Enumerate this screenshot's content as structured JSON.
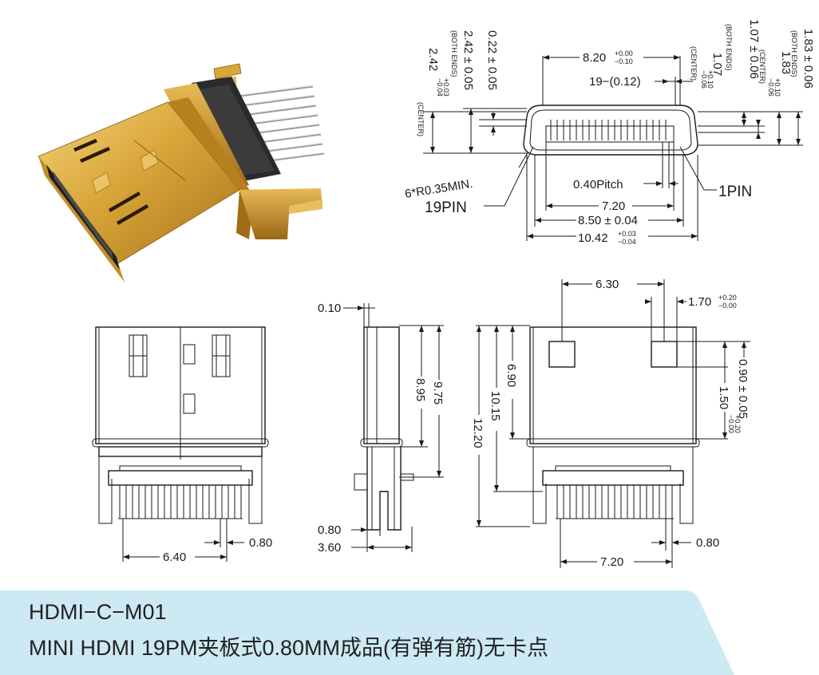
{
  "product": {
    "model": "HDMI−C−M01",
    "description": "MINI HDMI 19PM夹板式0.80MM成品(有弹有筋)无卡点"
  },
  "front_view": {
    "d_8_20": "8.20",
    "tol_8_20_upper": "+0.00",
    "tol_8_20_lower": "−0.10",
    "d_19_012": "19−(0.12)",
    "d_0_22": "0.22 ± 0.05",
    "d_2_42_both": "2.42 ± 0.05",
    "d_2_42_both_note": "(BOTH ENDS)",
    "d_2_42_center": "2.42",
    "tol_2_42_upper": "+0.03",
    "tol_2_42_lower": "−0.04",
    "d_2_42_center_note": "(CENTER)",
    "d_1_07_both": "1.07 ± 0.06",
    "d_1_07_both_note": "(BOTH ENDS)",
    "d_1_07_center": "1.07",
    "tol_1_07_upper": "+0.10",
    "tol_1_07_lower": "−0.06",
    "d_1_07_center_note": "(CENTER)",
    "d_1_83_center": "1.83",
    "tol_1_83_upper": "+0.10",
    "tol_1_83_lower": "−0.06",
    "d_1_83_center_note": "(CENTER)",
    "d_1_83_both": "1.83 ± 0.06",
    "d_1_83_both_note": "(BOTH ENDS)",
    "radius_note": "6*R0.35MIN.",
    "pin19": "19PIN",
    "pin1": "1PIN",
    "pitch": "0.40Pitch",
    "d_7_20": "7.20",
    "d_8_50": "8.50 ± 0.04",
    "d_10_42": "10.42",
    "tol_10_42_upper": "+0.03",
    "tol_10_42_lower": "−0.04"
  },
  "top_view": {
    "d_6_40": "6.40",
    "d_0_80": "0.80"
  },
  "side_view": {
    "d_0_10": "0.10",
    "d_8_95": "8.95",
    "d_9_75": "9.75",
    "d_0_80": "0.80",
    "d_3_60": "3.60"
  },
  "bottom_view": {
    "d_6_30": "6.30",
    "d_1_70": "1.70",
    "tol_1_70_upper": "+0.20",
    "tol_1_70_lower": "−0.00",
    "d_6_90": "6.90",
    "d_10_15": "10.15",
    "d_12_20": "12.20",
    "d_0_90": "0.90 ± 0.05",
    "d_1_50": "1.50",
    "tol_1_50_upper": "+0.20",
    "tol_1_50_lower": "−0.00",
    "d_7_20": "7.20",
    "d_0_80": "0.80"
  },
  "colors": {
    "footer_band": "#cde9f3",
    "gold": "#d9a63a",
    "ink": "#1a1a1a"
  }
}
